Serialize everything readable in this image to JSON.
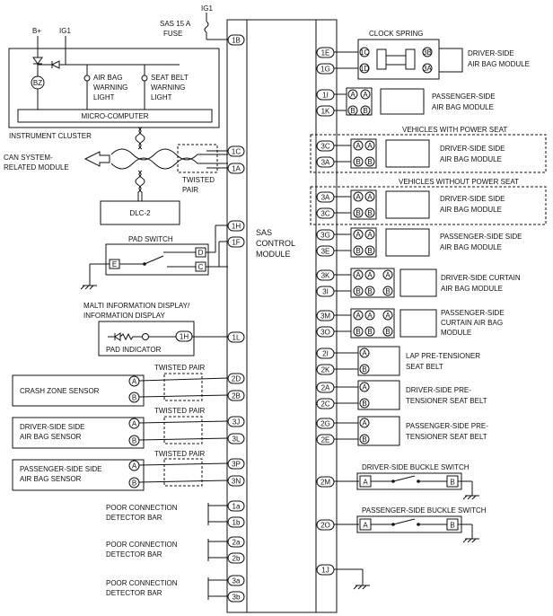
{
  "power": {
    "ig1_top": "IG1",
    "fuse": "SAS 15 A\nFUSE",
    "fuse_l1": "SAS 15 A",
    "fuse_l2": "FUSE",
    "b_plus": "B+",
    "ig1_cluster": "IG1"
  },
  "cluster": {
    "bz": "BZ",
    "airbag_light_l1": "AIR BAG",
    "airbag_light_l2": "WARNING",
    "airbag_light_l3": "LIGHT",
    "seatbelt_light_l1": "SEAT BELT",
    "seatbelt_light_l2": "WARNING",
    "seatbelt_light_l3": "LIGHT",
    "micro": "MICRO-COMPUTER",
    "label": "INSTRUMENT CLUSTER"
  },
  "can": {
    "l1": "CAN SYSTEM-",
    "l2": "RELATED MODULE",
    "twisted_l1": "TWISTED",
    "twisted_l2": "PAIR",
    "dlc": "DLC-2"
  },
  "pad_switch": {
    "title": "PAD SWITCH",
    "e": "E",
    "d": "D",
    "c": "C"
  },
  "mid_display": {
    "l1": "MALTI INFORMATION DISPLAY/",
    "l2": "INFORMATION DISPLAY",
    "indicator": "PAD INDICATOR",
    "pin": "1H"
  },
  "sensors": {
    "twisted": "TWISTED PAIR",
    "crash": "CRASH ZONE SENSOR",
    "driver_l1": "DRIVER-SIDE SIDE",
    "driver_l2": "AIR BAG SENSOR",
    "passenger_l1": "PASSENGER-SIDE SIDE",
    "passenger_l2": "AIR BAG SENSOR",
    "a": "A",
    "b": "B"
  },
  "poor": {
    "l1": "POOR CONNECTION",
    "l2": "DETECTOR BAR"
  },
  "sas": {
    "l1": "SAS",
    "l2": "CONTROL",
    "l3": "MODULE"
  },
  "left_pins": [
    "1B",
    "1C",
    "1A",
    "1H",
    "1F",
    "1L",
    "2D",
    "2B",
    "3J",
    "3L",
    "3P",
    "3N",
    "1a",
    "1b",
    "2a",
    "2b",
    "3a",
    "3b"
  ],
  "right_pins": [
    "1E",
    "1G",
    "1I",
    "1K",
    "3C",
    "3A",
    "3A",
    "3C",
    "3G",
    "3E",
    "3K",
    "3I",
    "3M",
    "3O",
    "2I",
    "2K",
    "2A",
    "2C",
    "2G",
    "2E",
    "2M",
    "2O",
    "1J"
  ],
  "right": {
    "clock_spring": "CLOCK SPRING",
    "cs_pins": [
      "1C",
      "1D",
      "3B",
      "3A"
    ],
    "driver_airbag_l1": "DRIVER-SIDE",
    "driver_airbag_l2": "AIR BAG MODULE",
    "passenger_airbag_l1": "PASSENGER-SIDE",
    "passenger_airbag_l2": "AIR BAG MODULE",
    "with_power": "VEHICLES WITH POWER SEAT",
    "without_power": "VEHICLES WITHOUT POWER SEAT",
    "dss_l1": "DRIVER-SIDE SIDE",
    "dss_l2": "AIR BAG MODULE",
    "pss_l1": "PASSENGER-SIDE SIDE",
    "pss_l2": "AIR BAG MODULE",
    "dcurtain_l1": "DRIVER-SIDE CURTAIN",
    "dcurtain_l2": "AIR BAG MODULE",
    "pcurtain_l1": "PASSENGER-SIDE",
    "pcurtain_l2": "CURTAIN AIR BAG",
    "pcurtain_l3": "MODULE",
    "lap_l1": "LAP PRE-TENSIONER",
    "lap_l2": "SEAT BELT",
    "dpt_l1": "DRIVER-SIDE PRE-",
    "dpt_l2": "TENSIONER SEAT BELT",
    "ppt_l1": "PASSENGER-SIDE PRE-",
    "ppt_l2": "TENSIONER SEAT BELT",
    "dbuckle": "DRIVER-SIDE BUCKLE SWITCH",
    "pbuckle": "PASSENGER-SIDE BUCKLE SWITCH",
    "a": "A",
    "b": "B"
  }
}
